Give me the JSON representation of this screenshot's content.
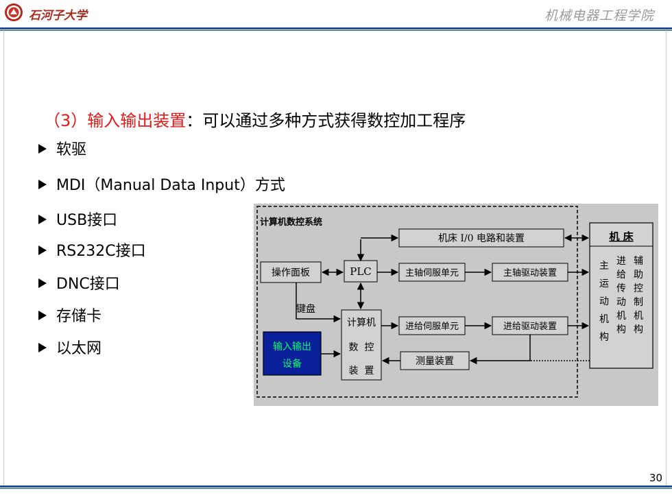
{
  "header": {
    "university": "石河子大学",
    "college": "机械电器工程学院"
  },
  "slide": {
    "heading_num": "（3）",
    "heading_red": "输入输出装置",
    "heading_black": "：可以通过多种方式获得数控加工程序",
    "bullets": [
      "软驱",
      "MDI（Manual Data Input）方式",
      "USB接口",
      "RS232C接口",
      "DNC接口",
      "存储卡",
      "以太网"
    ],
    "page_number": "30"
  },
  "diagram": {
    "title": "计算机数控系统",
    "io_circuit": "机床 I/0 电路和装置",
    "machine_tool": "机 床",
    "operator_panel": "操作面板",
    "plc": "PLC",
    "spindle_servo": "主轴伺服单元",
    "spindle_drive": "主轴驱动装置",
    "keyboard": "键盘",
    "cnc_line1": "计算机",
    "cnc_line2": "数  控",
    "cnc_line3": "装  置",
    "feed_servo": "进给伺服单元",
    "feed_drive": "进给驱动装置",
    "io_device_line1": "输入输出",
    "io_device_line2": "设备",
    "measuring": "测量装置",
    "main_motion": "主运动机构",
    "feed_motion": "进给传动机构",
    "aux_control": "辅助控制机构"
  },
  "colors": {
    "brand_blue": "#1f4e99",
    "heading_red": "#e01a1a",
    "diagram_bg": "#c8c8c8",
    "io_box_fill": "#0a1f9a",
    "io_box_text": "#00ff66"
  }
}
